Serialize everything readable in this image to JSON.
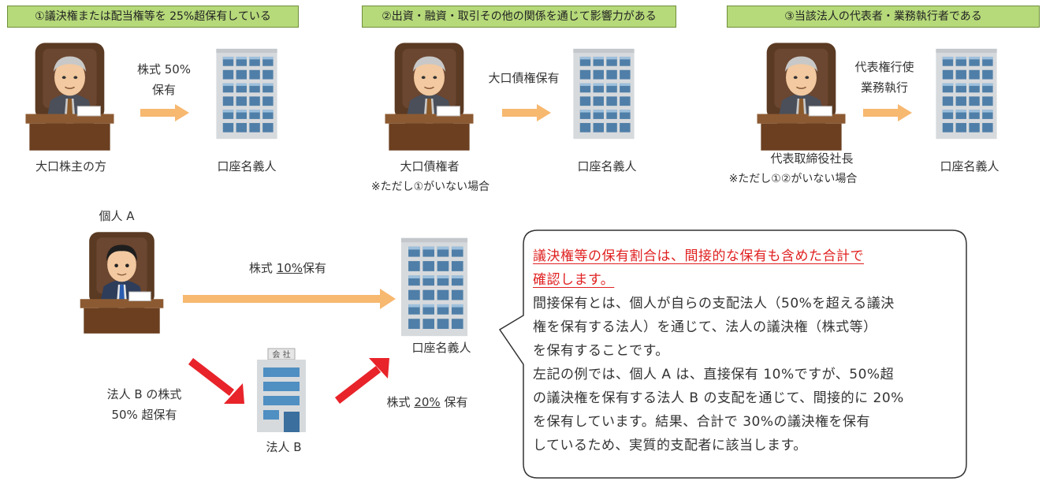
{
  "panels": [
    {
      "header": "①議決権または配当権等を 25%超保有している",
      "arrow_label": [
        "株式 50%",
        "保有"
      ],
      "left_label": "大口株主の方",
      "left_note": "",
      "right_label": "口座名義人"
    },
    {
      "header": "②出資・融資・取引その他の関係を通じて影響力がある",
      "arrow_label": [
        "大口債権保有"
      ],
      "left_label": "大口債権者",
      "left_note": "※ただし①がいない場合",
      "right_label": "口座名義人"
    },
    {
      "header": "③当該法人の代表者・業務執行者である",
      "arrow_label": [
        "代表権行使",
        "業務執行"
      ],
      "left_label": "代表取締役社長",
      "left_note": "※ただし①②がいない場合",
      "right_label": "口座名義人"
    }
  ],
  "example": {
    "person_label": "個人 A",
    "direct_pre": "株式 ",
    "direct_pct": "10%",
    "direct_post": "保有",
    "holder_label": "口座名義人",
    "corp_label": "法人 B",
    "corp_sign": "会 社",
    "corp_hold_lines": [
      "法人 B の株式",
      "50% 超保有"
    ],
    "indirect_pre": "株式 ",
    "indirect_pct": "20%",
    "indirect_post": " 保有"
  },
  "callout": {
    "title_lines": [
      "議決権等の保有割合は、間接的な保有も含めた合計で",
      "確認します。"
    ],
    "body_lines": [
      "間接保有とは、個人が自らの支配法人（50%を超える議決",
      "権を保有する法人）を通じて、法人の議決権（株式等）",
      "を保有することです。",
      "左記の例では、個人 A は、直接保有 10%ですが、50%超",
      "の議決権を保有する法人 B の支配を通じて、間接的に 20%",
      "を保有しています。結果、合計で 30%の議決権を保有",
      "しているため、実質的支配者に該当します。"
    ]
  },
  "colors": {
    "header_bg": "#b6d97a",
    "arrow_orange": "#f7b870",
    "arrow_red": "#e8232a",
    "callout_title": "#e02020"
  }
}
